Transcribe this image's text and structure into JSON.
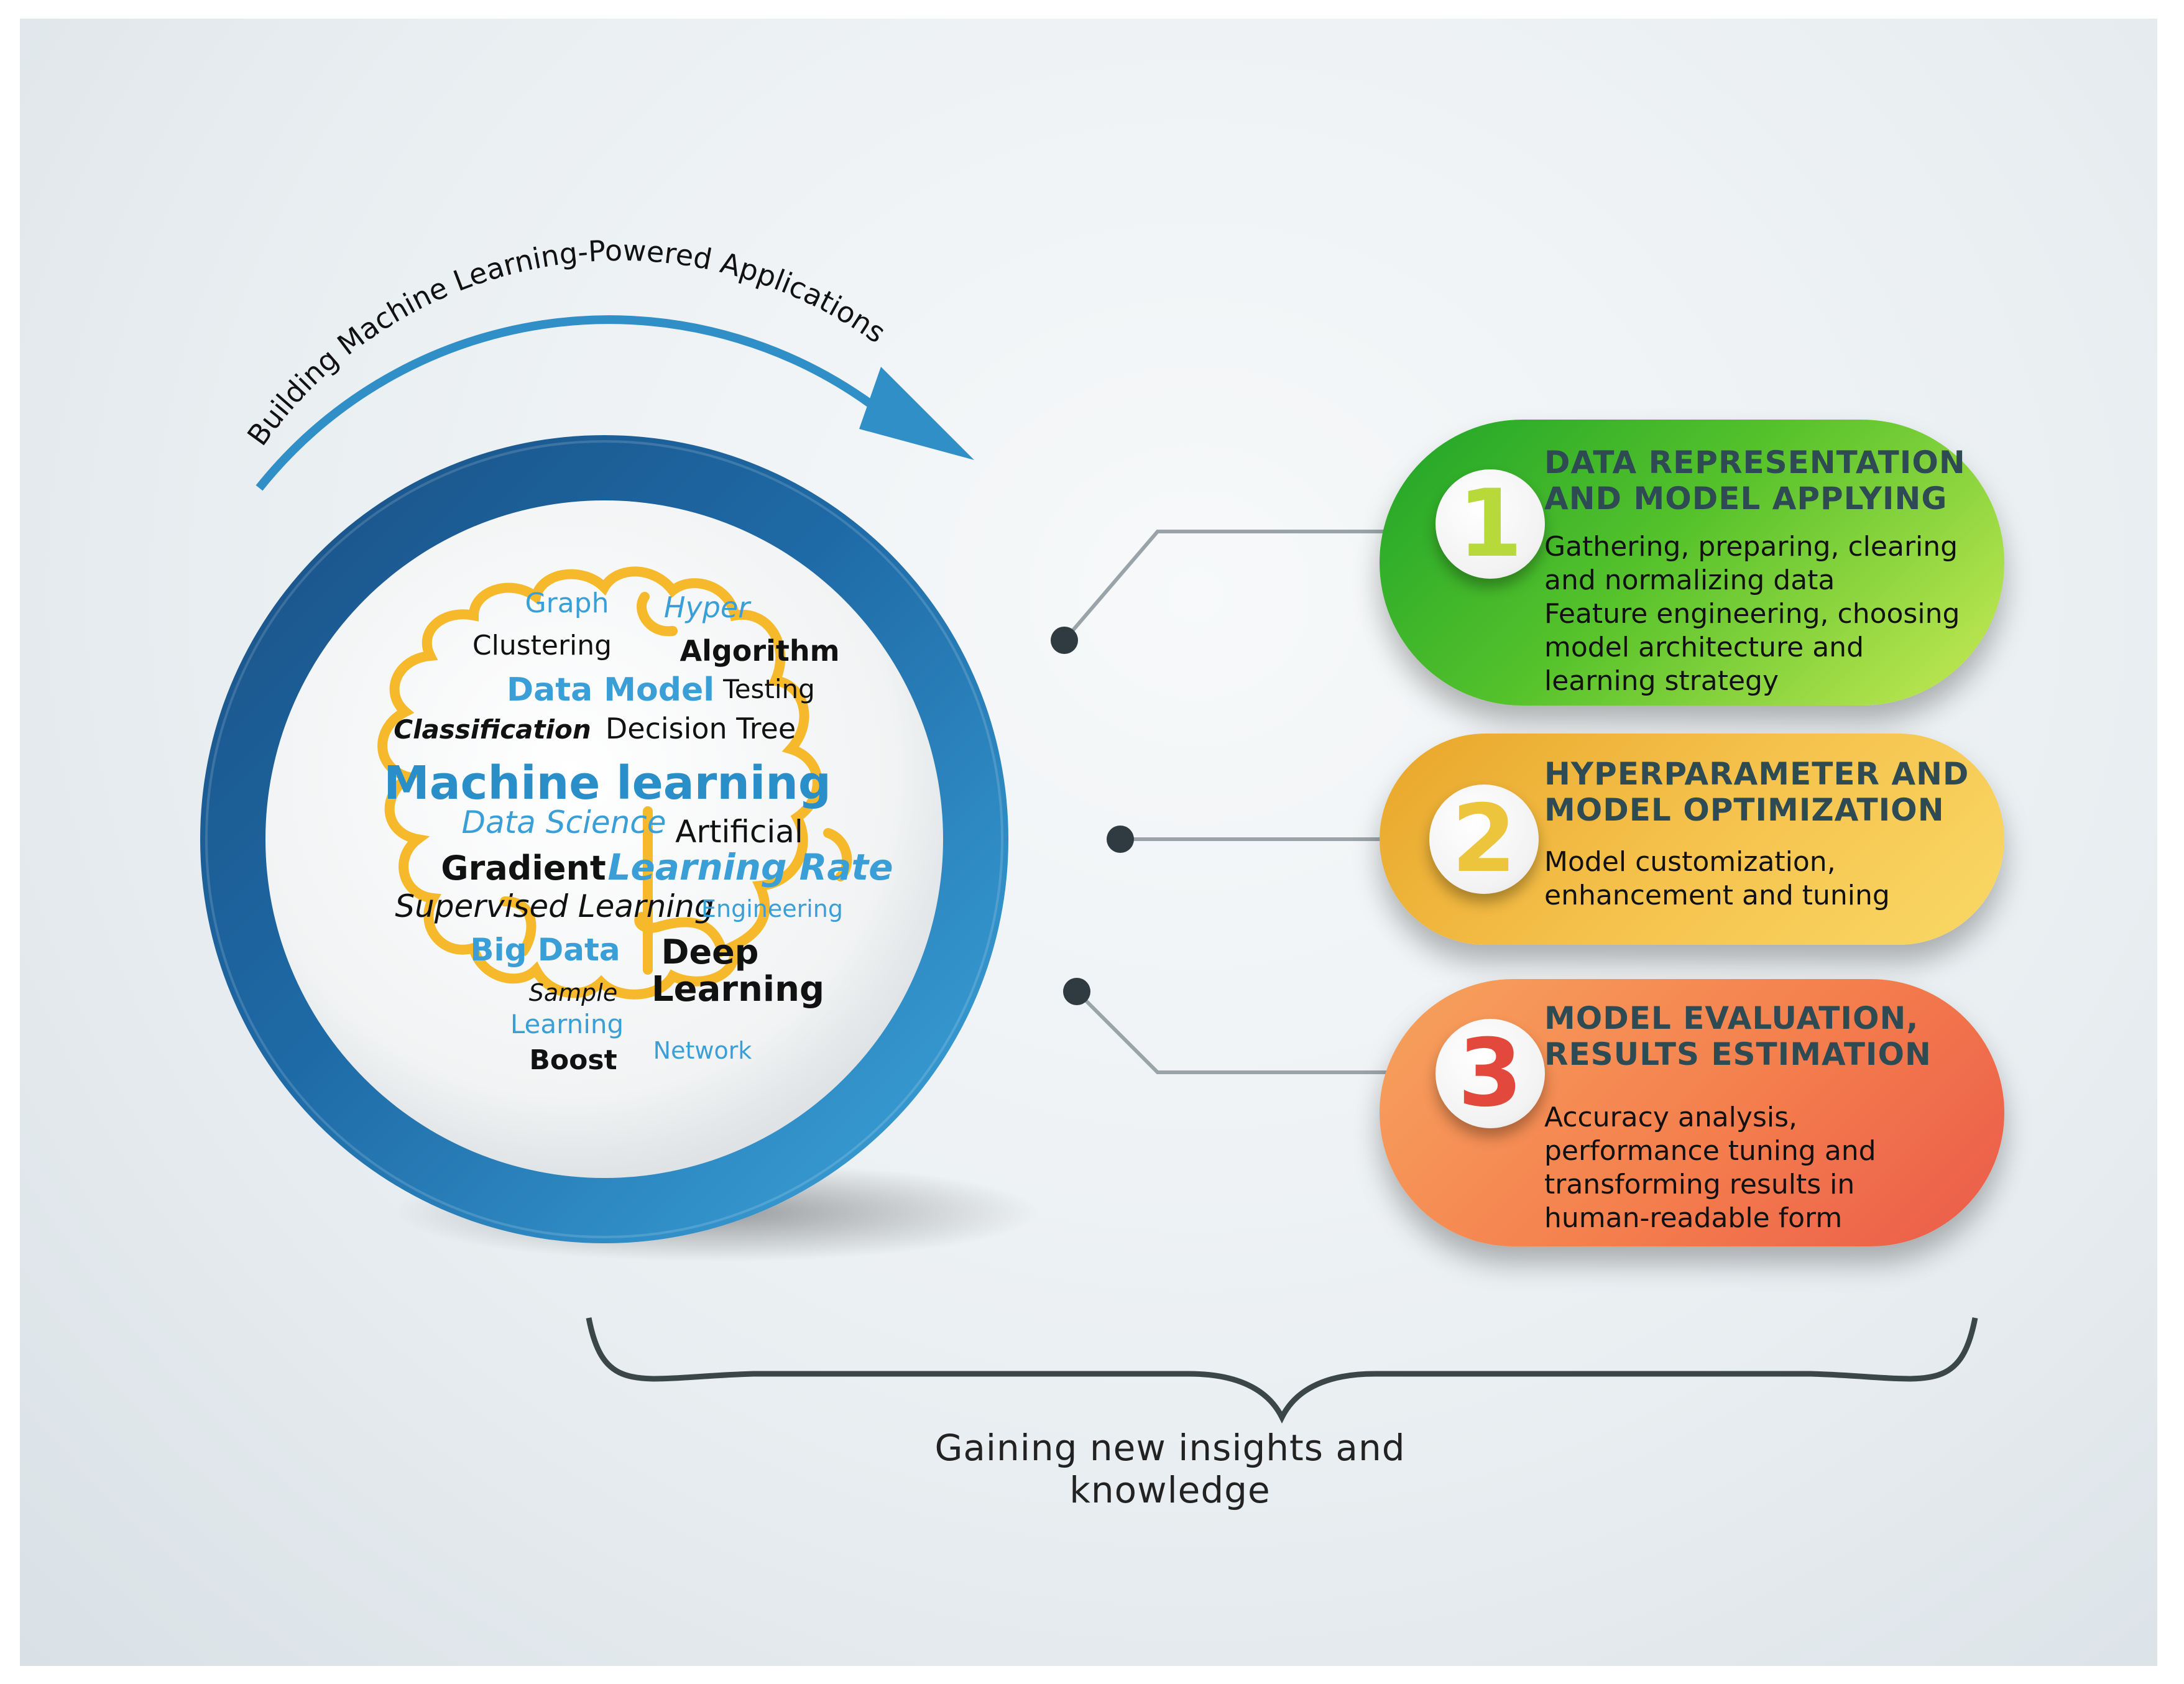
{
  "header": {
    "arc_label": "Building Machine Learning-Powered Applications"
  },
  "word_cloud": [
    {
      "text": "Graph",
      "color": "#3a9fd6"
    },
    {
      "text": "Hyper",
      "color": "#3a9fd6"
    },
    {
      "text": "Clustering",
      "color": "#111111"
    },
    {
      "text": "Algorithm",
      "color": "#111111"
    },
    {
      "text": "Data Model",
      "color": "#3a9fd6"
    },
    {
      "text": "Testing",
      "color": "#111111"
    },
    {
      "text": "Classification",
      "color": "#111111"
    },
    {
      "text": "Decision Tree",
      "color": "#111111"
    },
    {
      "text": "Machine learning",
      "color": "#2a8fc8"
    },
    {
      "text": "Data Science",
      "color": "#3a9fd6"
    },
    {
      "text": "Artificial",
      "color": "#111111"
    },
    {
      "text": "Gradient",
      "color": "#111111"
    },
    {
      "text": "Learning Rate",
      "color": "#3a9fd6"
    },
    {
      "text": "Supervised Learning",
      "color": "#111111"
    },
    {
      "text": "Engineering",
      "color": "#3a9fd6"
    },
    {
      "text": "Big Data",
      "color": "#3a9fd6"
    },
    {
      "text": "Deep",
      "color": "#111111"
    },
    {
      "text": "Sample",
      "color": "#111111"
    },
    {
      "text": "Learning",
      "color": "#111111"
    },
    {
      "text": "Learning",
      "color": "#3a9fd6"
    },
    {
      "text": "Boost",
      "color": "#111111"
    },
    {
      "text": "Network",
      "color": "#3a9fd6"
    }
  ],
  "steps": [
    {
      "number": "1",
      "number_color": "#b7d93a",
      "title": "DATA REPRESENTATION\nAND MODEL APPLYING",
      "text": "Gathering, preparing, clearing\nand normalizing data\nFeature engineering, choosing\nmodel architecture  and\nlearning strategy"
    },
    {
      "number": "2",
      "number_color": "#ecc53c",
      "title": "HYPERPARAMETER AND\nMODEL OPTIMIZATION",
      "text": "Model customization,\nenhancement and tuning"
    },
    {
      "number": "3",
      "number_color": "#e2493c",
      "title": "MODEL EVALUATION,\nRESULTS ESTIMATION",
      "text": "Accuracy analysis,\nperformance tuning and\ntransforming results in\nhuman-readable form"
    }
  ],
  "footer": {
    "label": "Gaining new insights and knowledge"
  },
  "colors": {
    "ring_dark": "#1b5f92",
    "ring_light": "#3da1d8",
    "brain_outline": "#f6b92b",
    "connector": "#9aa4a8",
    "dot": "#2f3b40"
  }
}
